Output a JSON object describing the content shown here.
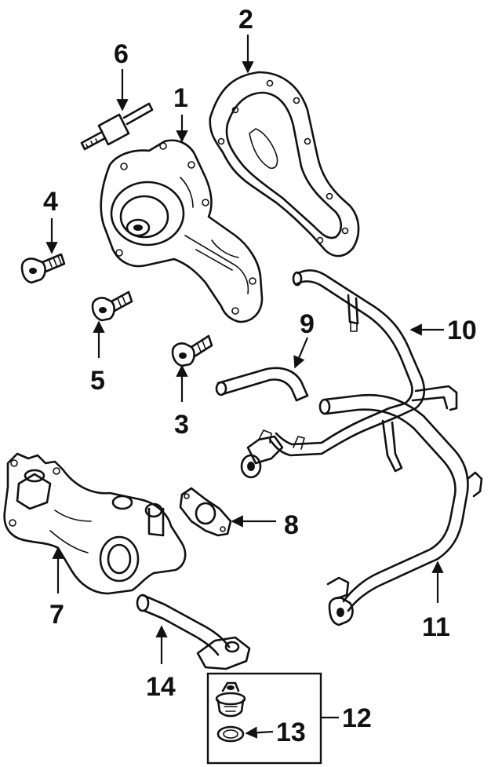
{
  "callouts": {
    "c1": "1",
    "c2": "2",
    "c3": "3",
    "c4": "4",
    "c5": "5",
    "c6": "6",
    "c7": "7",
    "c8": "8",
    "c9": "9",
    "c10": "10",
    "c11": "11",
    "c12": "12",
    "c13": "13",
    "c14": "14"
  },
  "colors": {
    "ink": "#111111",
    "background": "#ffffff"
  }
}
